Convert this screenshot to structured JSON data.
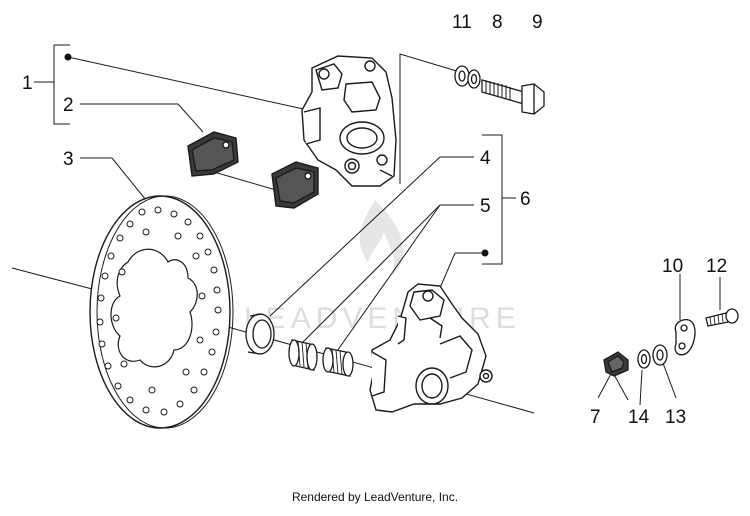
{
  "diagram": {
    "callouts": {
      "c1": "1",
      "c2": "2",
      "c3": "3",
      "c4": "4",
      "c5": "5",
      "c6": "6",
      "c7": "7",
      "c8": "8",
      "c9": "9",
      "c10": "10",
      "c11": "11",
      "c12": "12",
      "c13": "13",
      "c14": "14"
    },
    "watermark": "LEADVENTURE",
    "footer": "Rendered by LeadVenture, Inc."
  },
  "colors": {
    "line": "#1a1a1a",
    "fill": "#ffffff",
    "watermark": "#d9d9d9"
  }
}
